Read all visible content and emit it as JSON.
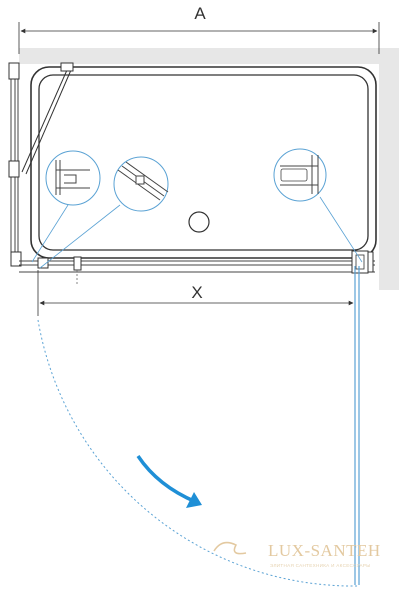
{
  "diagram": {
    "dimension_width_label": "A",
    "dimension_opening_label": "X"
  },
  "watermark": {
    "brand": "LUX-SANTEH",
    "tagline": "ЭЛИТНАЯ САНТЕХНИКА И АКСЕССУАРЫ"
  },
  "colors": {
    "wall": "#e7e7e7",
    "outline": "#3a3a3a",
    "glass": "#5aa2d4",
    "arrow": "#1f8fd6",
    "watermark": "#e3c9a0"
  },
  "icons": {
    "drain": "circle",
    "swing_arrow": "curved-arrow"
  }
}
